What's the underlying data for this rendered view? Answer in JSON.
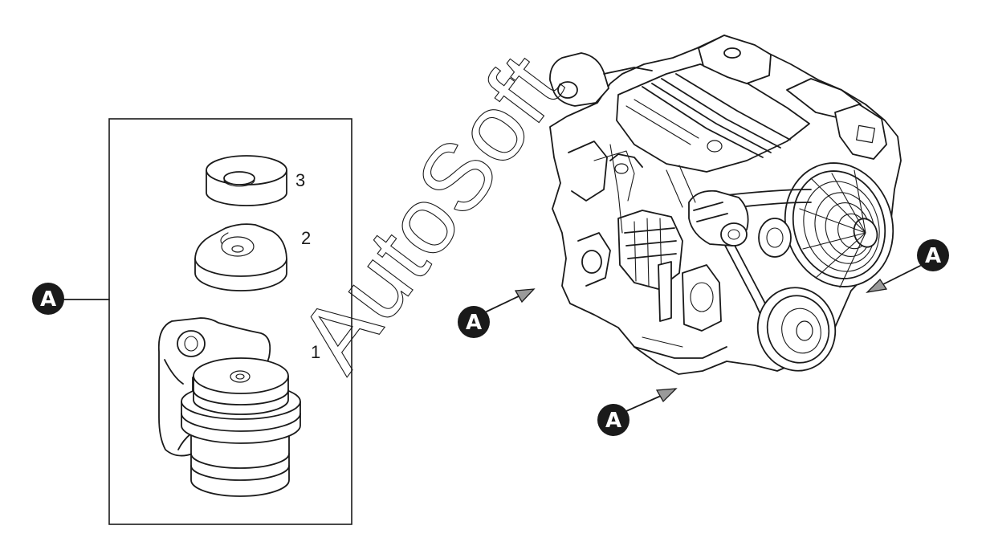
{
  "parts_box": {
    "items": [
      {
        "number": "3"
      },
      {
        "number": "2"
      },
      {
        "number": "1"
      }
    ]
  },
  "callouts": {
    "letter": "A"
  },
  "watermark": {
    "text": "AutoSoft"
  },
  "colors": {
    "line": "#1a1a1a",
    "arrow_fill": "#9a9a9a",
    "background": "#ffffff"
  }
}
